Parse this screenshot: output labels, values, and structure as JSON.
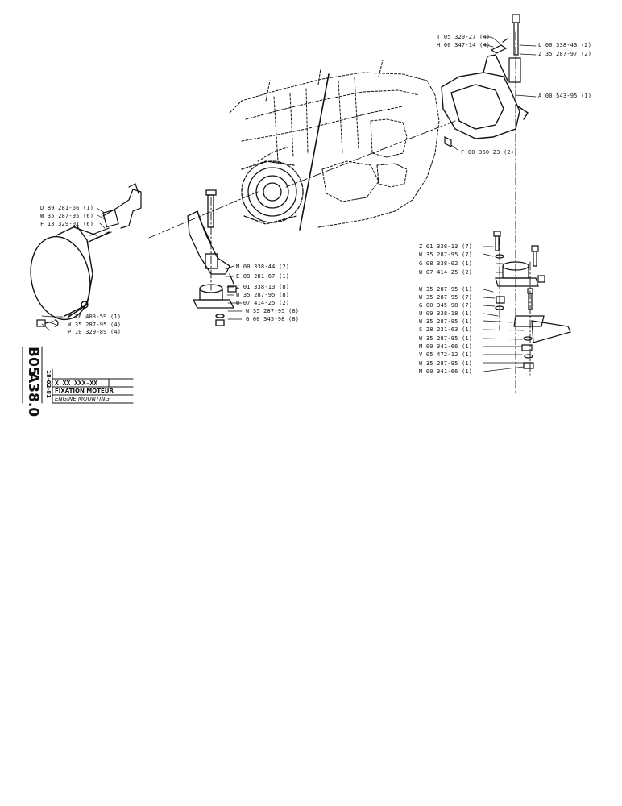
{
  "left_labels": [
    "D 89 281-66 (1)",
    "W 35 287-95 (6)",
    "F 13 329-01 (6)"
  ],
  "lamp_labels": [
    "F 26 403-59 (1)",
    "W 35 287-95 (4)",
    "P 10 329-89 (4)"
  ],
  "mid_labels": [
    "M 00 338-44 (2)",
    "E 89 281-67 (1)",
    "Z 01 338-13 (8)",
    "W 35 287-95 (8)",
    "W 07 414-25 (2)",
    "W 35 287-95 (8)",
    "G 00 345-98 (8)"
  ],
  "top_labels": [
    "T 05 329-27 (4)",
    "H 00 347-14 (4)"
  ],
  "top_right_labels": [
    "L 00 338-43 (2)",
    "Z 35 287-97 (2)",
    "A 00 543-95 (1)"
  ],
  "pin_label": "F 00 360-23 (2)",
  "right_labels": [
    "Z 01 338-13 (7)",
    "W 35 287-95 (7)",
    "G 08 338-02 (1)",
    "W 07 414-25 (2)",
    "W 35 287-95 (1)",
    "W 35 287-95 (7)",
    "G 00 345-98 (7)",
    "U 09 338-18 (1)",
    "W 35 287-95 (1)",
    "S 28 231-63 (1)",
    "W 35 287-95 (1)",
    "M 00 341-66 (1)",
    "V 05 472-12 (1)",
    "W 35 287-95 (1)",
    "M 00 341-66 (1)"
  ],
  "title_block": {
    "group_code": "B05",
    "page_code": "A38.0",
    "date": "18-02-81",
    "part_code": "X XX XXX-XX",
    "title_fr": "FIXATION MOTEUR",
    "title_en": "ENGINE MOUNTING"
  }
}
